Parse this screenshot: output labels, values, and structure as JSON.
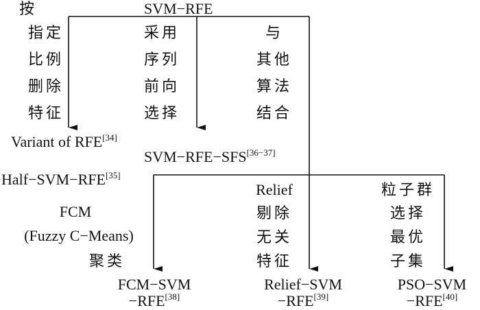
{
  "root": {
    "prefix": "按",
    "title": "SVM−RFE"
  },
  "branch1": {
    "desc": [
      "指定",
      "比例",
      "删除",
      "特征"
    ],
    "result": {
      "label": "Variant of RFE",
      "ref": "[34]"
    },
    "alt": {
      "label": "Half−SVM−RFE",
      "ref": "[35]"
    }
  },
  "branch2": {
    "desc": [
      "采用",
      "序列",
      "前向",
      "选择"
    ],
    "result": {
      "label": "SVM−RFE−SFS",
      "ref": "[36−37]"
    }
  },
  "branch3": {
    "desc": [
      "与",
      "其他",
      "算法",
      "结合"
    ]
  },
  "sub1": {
    "desc": [
      "FCM",
      "(Fuzzy C−Means)",
      "聚类"
    ],
    "result": {
      "line1": "FCM−SVM",
      "line2": "−RFE",
      "ref": "[38]"
    }
  },
  "sub2": {
    "desc": [
      "Relief",
      "剔除",
      "无关",
      "特征"
    ],
    "result": {
      "line1": "Relief−SVM",
      "line2": "−RFE",
      "ref": "[39]"
    }
  },
  "sub3": {
    "desc": [
      "粒子群",
      "选择",
      "最优",
      "子集"
    ],
    "result": {
      "line1": "PSO−SVM",
      "line2": "−RFE",
      "ref": "[40]"
    }
  }
}
